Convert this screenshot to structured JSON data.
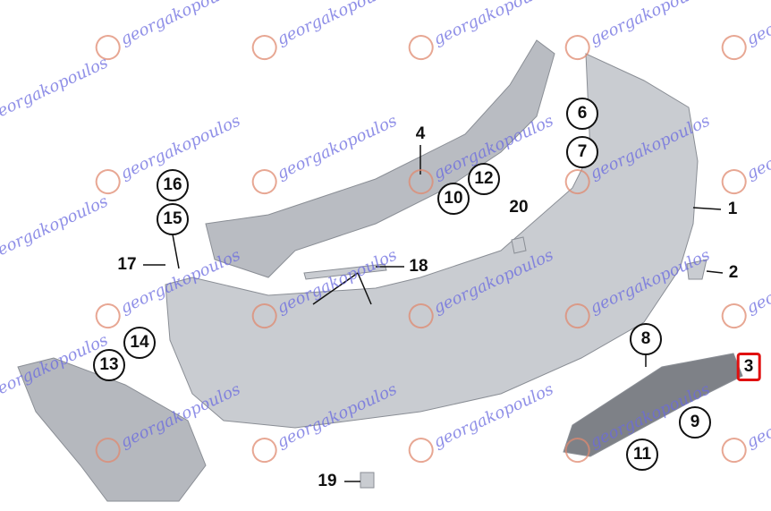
{
  "watermark": "georgakopoulos",
  "labels": {
    "l1": "1",
    "l2": "2",
    "l3": "3",
    "l4": "4",
    "l6": "6",
    "l7": "7",
    "l8": "8",
    "l9": "9",
    "l10": "10",
    "l11": "11",
    "l12": "12",
    "l13": "13",
    "l14": "14",
    "l15": "15",
    "l16": "16",
    "l17": "17",
    "l18": "18",
    "l19": "19",
    "l20": "20"
  },
  "highlight_color": "#e01010"
}
